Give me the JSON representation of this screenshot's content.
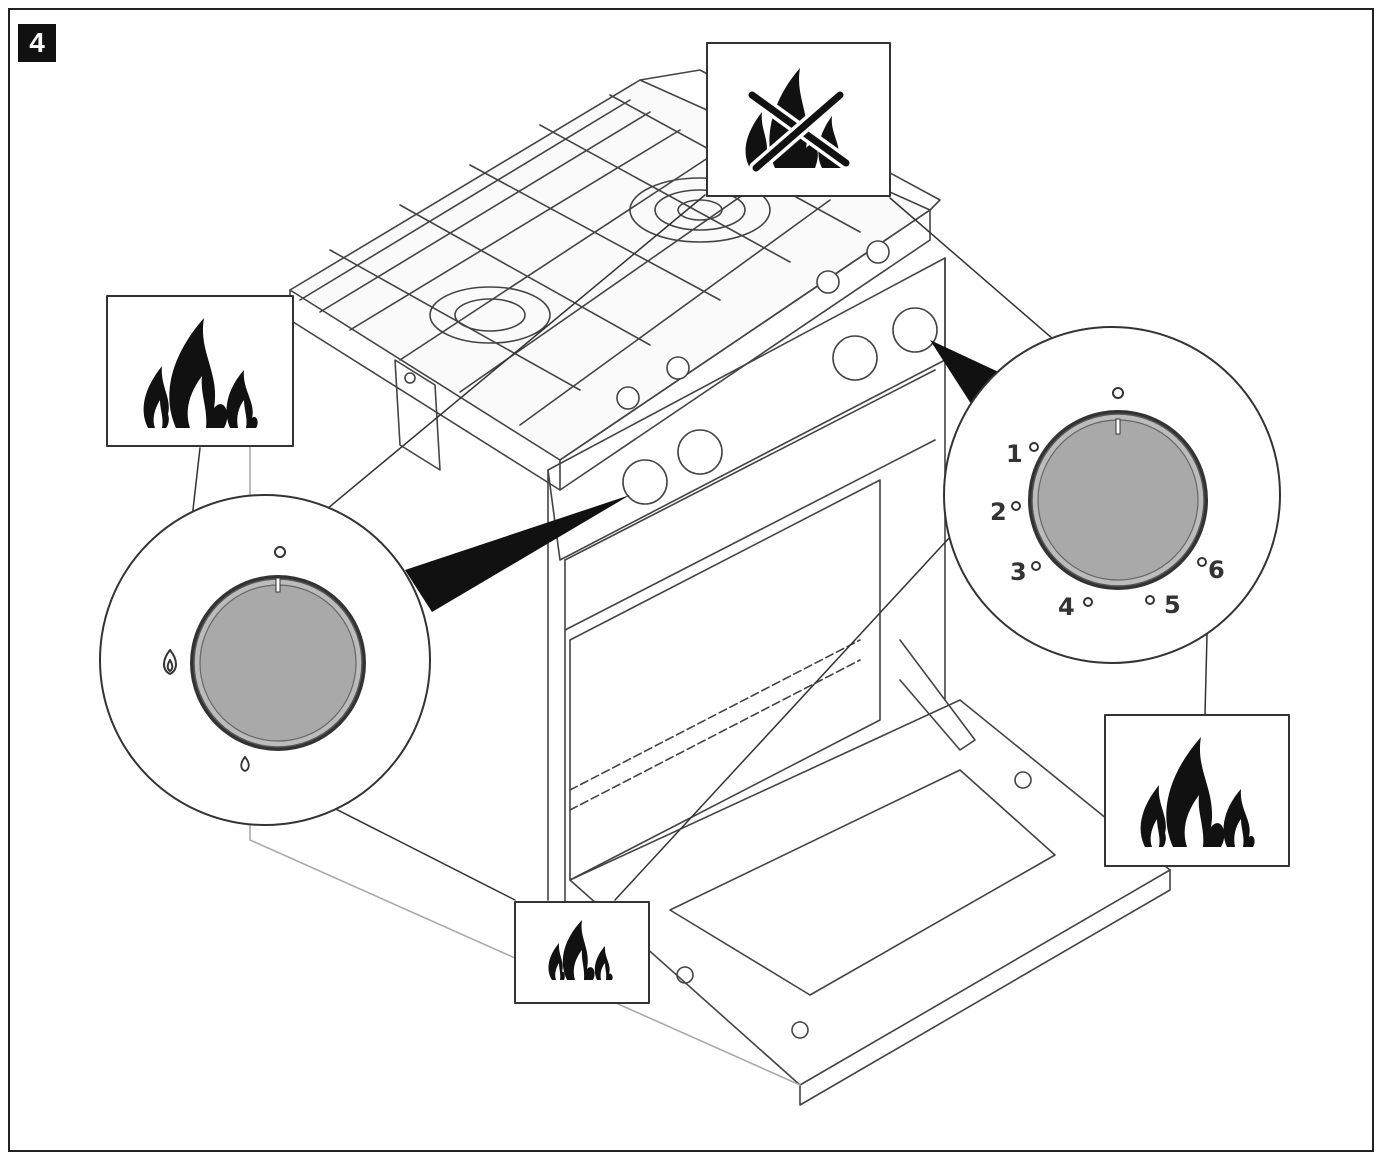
{
  "step_number": "4",
  "colors": {
    "line": "#333333",
    "knob_fill": "#a9a9a9",
    "badge_bg": "#111111"
  },
  "icons": {
    "top_callout": "flame-crossed-out-icon",
    "left_callout": "large-flame-icon",
    "right_callout": "large-flame-icon",
    "bottom_callout": "small-flame-icon",
    "left_dial_top_mark": "small-flame-icon",
    "left_dial_bottom_mark": "small-flame-icon"
  },
  "oven_dial": {
    "positions": [
      "1",
      "2",
      "3",
      "4",
      "5",
      "6"
    ]
  }
}
